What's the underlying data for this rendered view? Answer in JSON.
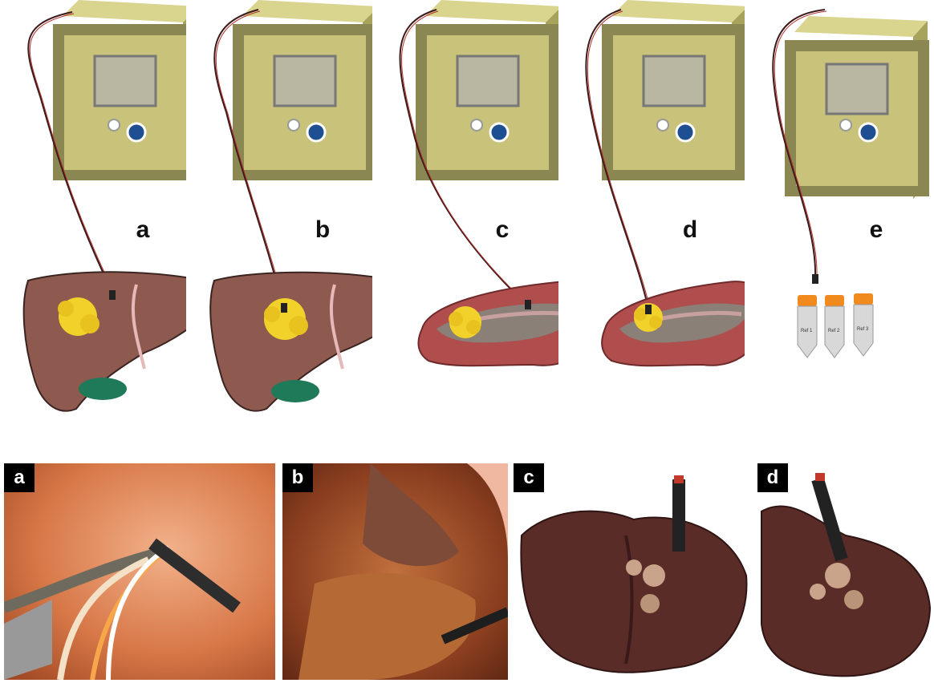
{
  "top_row": {
    "panels": [
      {
        "letter": "a",
        "sample": "liver"
      },
      {
        "letter": "b",
        "sample": "liver"
      },
      {
        "letter": "c",
        "sample": "resected tissue"
      },
      {
        "letter": "d",
        "sample": "resected tissue"
      },
      {
        "letter": "e",
        "sample": "reference tubes"
      }
    ],
    "tube_labels": [
      "Ref 1",
      "Ref 2",
      "Ref 3"
    ],
    "device_colors": {
      "body": "#c8c27a",
      "frame": "#8a8752",
      "screen": "#b9b6a2",
      "button": "#1f4f93"
    },
    "tumor_color": "#f2d22a",
    "liver_color": "#8e5a4f"
  },
  "bottom_row": {
    "photos": [
      {
        "letter": "a"
      },
      {
        "letter": "b"
      },
      {
        "letter": "c"
      },
      {
        "letter": "d"
      }
    ]
  }
}
